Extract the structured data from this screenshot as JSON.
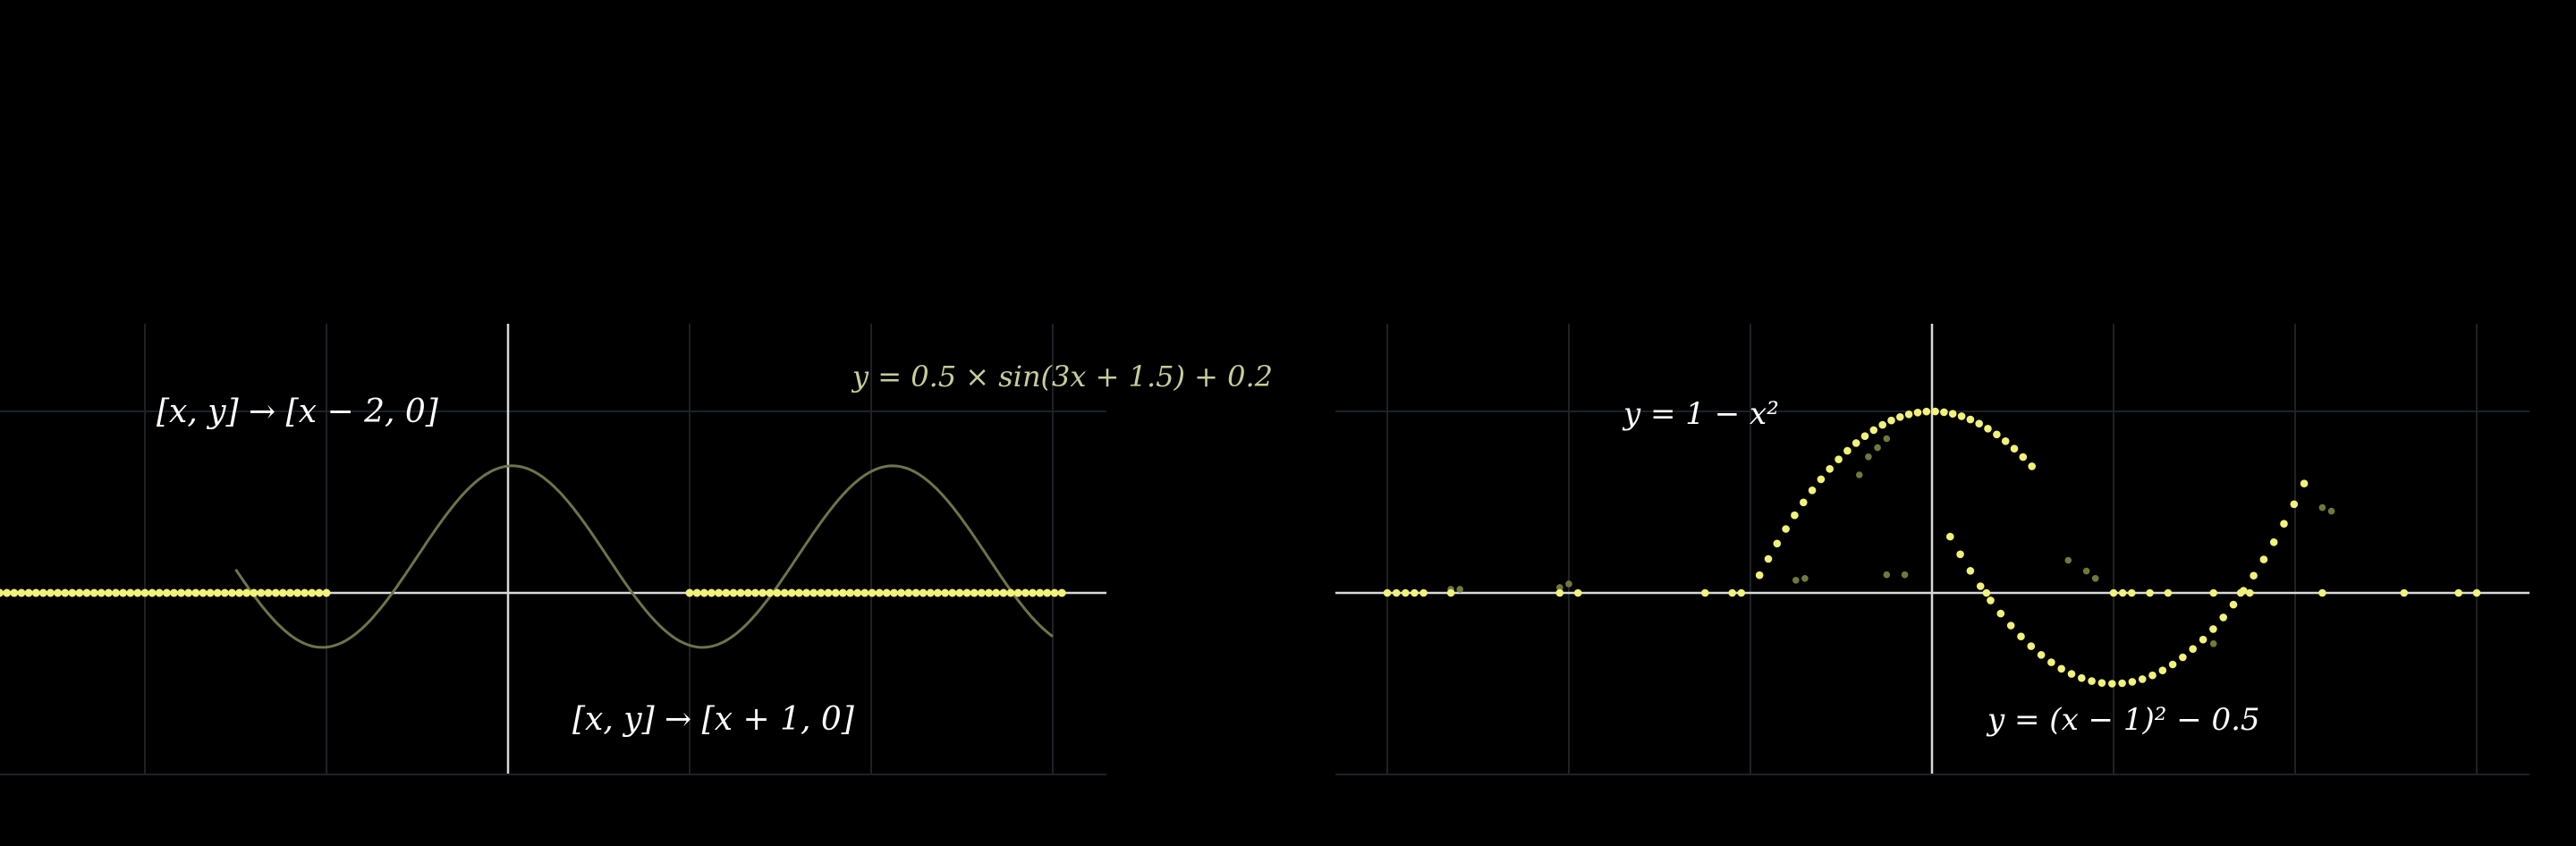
{
  "colors": {
    "background": "#000000",
    "axis": "#d9d9d9",
    "grid": "#1c2226",
    "dot": "#f2f27a",
    "dot_faint": "#6f7a3a",
    "curve": "#6d7448",
    "label": "#ffffff",
    "formula_faint": "#c8cc9a"
  },
  "left_panel": {
    "label_left": "[x, y] → [x − 2, 0]",
    "label_right": "[x, y] → [x + 1, 0]",
    "formula": "y = 0.5 × sin(3x + 1.5) + 0.2",
    "curve": {
      "amplitude": 0.5,
      "frequency": 3,
      "phase": 1.5,
      "offset": 0.2,
      "x_range": [
        -1.5,
        3
      ]
    },
    "xlim": [
      -2.8,
      3.3
    ],
    "ylim": [
      -1,
      1.5
    ],
    "grid_x": [
      -2,
      -1,
      1,
      2,
      3
    ],
    "dot_segments": [
      {
        "from": -2.8,
        "to": -1.0,
        "count": 46
      },
      {
        "from": 1.0,
        "to": 3.05,
        "count": 52
      }
    ]
  },
  "right_panel": {
    "label_top": "y = 1 − x²",
    "label_bottom": "y = (x − 1)² − 0.5",
    "xlim": [
      -3.3,
      3.3
    ],
    "ylim": [
      -1,
      1.5
    ],
    "grid_x": [
      -3,
      -2,
      -1,
      1,
      2,
      3
    ],
    "parabola_top": {
      "x_range": [
        -0.95,
        0.55
      ],
      "count": 32
    },
    "parabola_bottom": {
      "x_range": [
        0.1,
        2.05
      ],
      "count": 36
    },
    "axis_dots_x": [
      -3.0,
      -2.95,
      -2.9,
      -2.85,
      -2.8,
      -2.65,
      -2.05,
      -1.95,
      -1.25,
      -1.1,
      -1.05,
      0.3,
      1.0,
      1.05,
      1.1,
      1.2,
      1.3,
      1.55,
      1.7,
      1.75,
      2.15,
      2.6,
      2.9,
      3.0
    ],
    "faint_dots": [
      [
        -2.0,
        0.05
      ],
      [
        -2.05,
        0.03
      ],
      [
        -2.6,
        0.02
      ],
      [
        -2.65,
        0.02
      ],
      [
        -0.7,
        0.08
      ],
      [
        -0.75,
        0.07
      ],
      [
        -0.25,
        0.1
      ],
      [
        -0.15,
        0.1
      ],
      [
        -0.4,
        0.65
      ],
      [
        -0.35,
        0.75
      ],
      [
        -0.3,
        0.8
      ],
      [
        -0.25,
        0.85
      ],
      [
        0.75,
        0.18
      ],
      [
        0.85,
        0.12
      ],
      [
        0.9,
        0.08
      ],
      [
        1.55,
        -0.28
      ],
      [
        2.2,
        0.45
      ],
      [
        2.15,
        0.47
      ]
    ]
  }
}
